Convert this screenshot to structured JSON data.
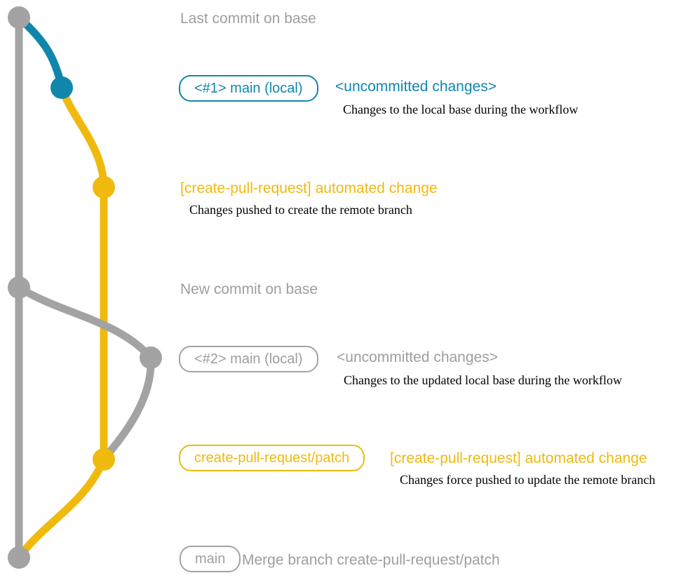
{
  "colors": {
    "gray": "#A3A3A3",
    "gray_text": "#9E9E9E",
    "blue": "#1086AD",
    "gold": "#EFBA0D",
    "note": "#000000"
  },
  "headings": {
    "top": "Last commit on base",
    "middle": "New commit on base"
  },
  "commit_local_1": {
    "pill": "<#1> main (local)",
    "status": "<uncommitted changes>",
    "description": "Changes to the local base during the workflow"
  },
  "commit_push_1": {
    "message": "[create-pull-request] automated change",
    "description": "Changes pushed to create the remote branch"
  },
  "commit_local_2": {
    "pill": "<#2> main (local)",
    "status": "<uncommitted changes>",
    "description": "Changes to the updated local base during the workflow"
  },
  "commit_push_2": {
    "pill": "create-pull-request/patch",
    "message": "[create-pull-request] automated change",
    "description": "Changes force pushed to update the remote branch"
  },
  "merge_commit": {
    "pill": "main",
    "message": "Merge branch create-pull-request/patch"
  }
}
